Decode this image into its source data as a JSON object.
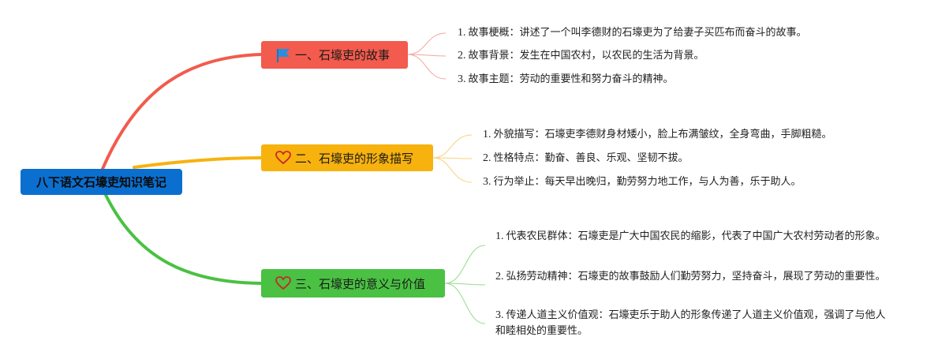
{
  "root": {
    "label": "八下语文石壕吏知识笔记"
  },
  "branches": [
    {
      "label": "一、石壕吏的故事",
      "icon": "flag-icon",
      "color": "#f25b4d",
      "items": [
        {
          "num": "1.",
          "text": "故事梗概：讲述了一个叫李德财的石壕吏为了给妻子买匹布而奋斗的故事。"
        },
        {
          "num": "2.",
          "text": "故事背景：发生在中国农村，以农民的生活为背景。"
        },
        {
          "num": "3.",
          "text": "故事主题：劳动的重要性和努力奋斗的精神。"
        }
      ]
    },
    {
      "label": "二、石壕吏的形象描写",
      "icon": "heart-icon",
      "color": "#f7b20e",
      "items": [
        {
          "num": "1.",
          "text": "外貌描写：石壕吏李德财身材矮小，脸上布满皱纹，全身弯曲，手脚粗糙。"
        },
        {
          "num": "2.",
          "text": "性格特点：勤奋、善良、乐观、坚韧不拔。"
        },
        {
          "num": "3.",
          "text": "行为举止：每天早出晚归，勤劳努力地工作，与人为善，乐于助人。"
        }
      ]
    },
    {
      "label": "三、石壕吏的意义与价值",
      "icon": "heart-icon",
      "color": "#4ac143",
      "items": [
        {
          "num": "1.",
          "text": "代表农民群体：石壕吏是广大中国农民的缩影，代表了中国广大农村劳动者的形象。"
        },
        {
          "num": "2.",
          "text": "弘扬劳动精神：石壕吏的故事鼓励人们勤劳努力，坚持奋斗，展现了劳动的重要性。"
        },
        {
          "num": "3.",
          "text": "传递人道主义价值观：石壕吏乐于助人的形象传递了人道主义价值观，强调了与他人和睦相处的重要性。"
        }
      ]
    }
  ]
}
